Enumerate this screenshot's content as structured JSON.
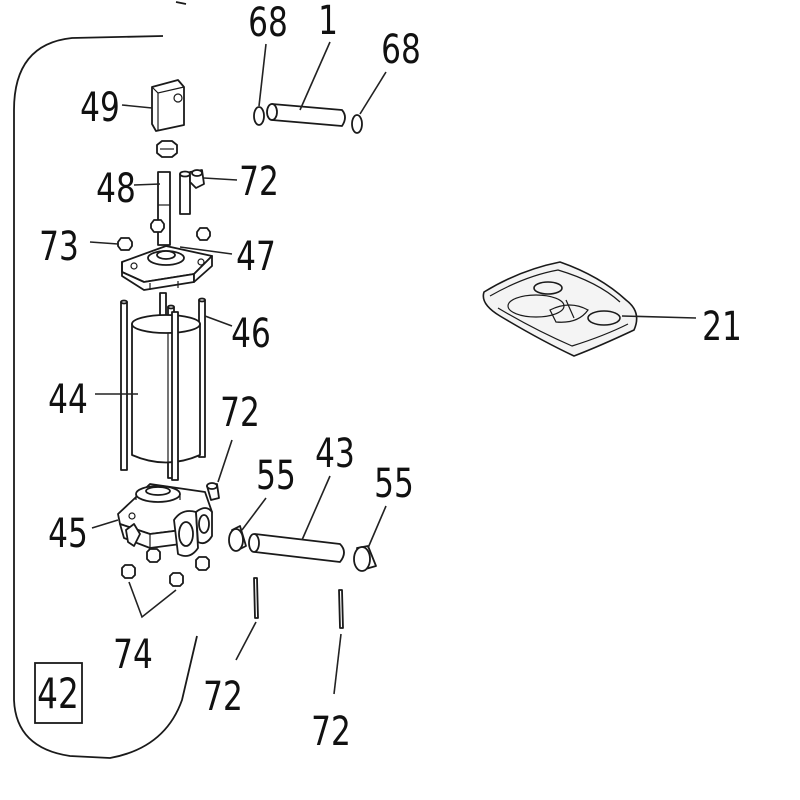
{
  "assembly": {
    "number": "42"
  },
  "callouts": {
    "seal_68_left": "68",
    "tube_1": "1",
    "seal_68_right": "68",
    "block_49": "49",
    "rod_48": "48",
    "elbow_72_top": "72",
    "nut_73": "73",
    "top_cap_47": "47",
    "tie_rods_46": "46",
    "cylinder_44": "44",
    "base_45": "45",
    "elbow_72_mid": "72",
    "bushing_55_left": "55",
    "pin_43": "43",
    "bushing_55_right": "55",
    "nuts_74": "74",
    "pin_72_left": "72",
    "pin_72_right": "72",
    "seal_kit_21": "21"
  },
  "colors": {
    "line": "#1a1a1a",
    "background": "#ffffff"
  }
}
